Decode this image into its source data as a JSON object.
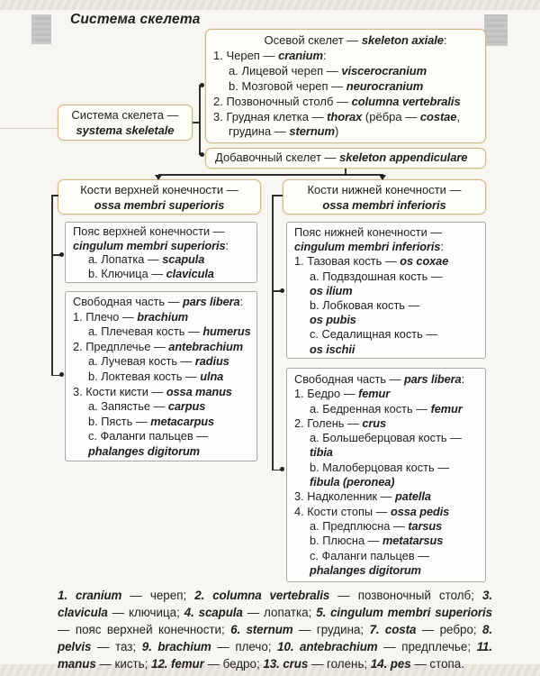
{
  "page": {
    "title": "Система скелета"
  },
  "colors": {
    "box_accent_border": "#d3b787",
    "box_gray_border": "#a8a8a6",
    "connector": "#2e2e2e",
    "page_background": "#f8f6f1",
    "corner_mark": "#c6c6c6",
    "text": "#1e1e1e"
  },
  "boxes": {
    "root": {
      "lines": [
        {
          "seg": [
            {
              "t": "Система скелета —"
            }
          ],
          "a": "c"
        },
        {
          "seg": [
            {
              "t": "systema skeletale",
              "b": 1
            }
          ],
          "a": "c"
        }
      ]
    },
    "axial": {
      "lines": [
        {
          "seg": [
            {
              "t": "Осевой скелет — "
            },
            {
              "t": "skeleton axiale",
              "b": 1
            },
            {
              "t": ":"
            }
          ],
          "a": "c",
          "ml": 22
        },
        {
          "seg": [
            {
              "t": "1. Череп — "
            },
            {
              "t": "cranium",
              "b": 1
            },
            {
              "t": ":"
            }
          ]
        },
        {
          "seg": [
            {
              "t": "a. Лицевой череп — "
            },
            {
              "t": "viscerocranium",
              "b": 1
            }
          ],
          "i": 1
        },
        {
          "seg": [
            {
              "t": "b. Мозговой череп — "
            },
            {
              "t": "neurocranium",
              "b": 1
            }
          ],
          "i": 1
        },
        {
          "seg": [
            {
              "t": "2. Позвоночный столб — "
            },
            {
              "t": "columna vertebralis",
              "b": 1
            }
          ]
        },
        {
          "seg": [
            {
              "t": "3. Грудная клетка — "
            },
            {
              "t": "thorax",
              "b": 1
            },
            {
              "t": " (рёбра — "
            },
            {
              "t": "costae",
              "b": 1
            },
            {
              "t": ","
            }
          ]
        },
        {
          "seg": [
            {
              "t": "грудина — "
            },
            {
              "t": "sternum",
              "b": 1
            },
            {
              "t": ")"
            }
          ],
          "i": 1
        }
      ]
    },
    "appendicular": {
      "lines": [
        {
          "seg": [
            {
              "t": "Добавочный скелет — "
            },
            {
              "t": "skeleton appendiculare",
              "b": 1
            }
          ]
        }
      ]
    },
    "upper": {
      "lines": [
        {
          "seg": [
            {
              "t": "Кости верхней конечности —"
            }
          ],
          "a": "c"
        },
        {
          "seg": [
            {
              "t": "ossa membri superioris",
              "b": 1
            }
          ],
          "a": "c"
        }
      ]
    },
    "upper_girdle": {
      "lines": [
        {
          "seg": [
            {
              "t": "Пояс верхней конечности —"
            }
          ]
        },
        {
          "seg": [
            {
              "t": "cingulum membri superioris",
              "b": 1
            },
            {
              "t": ":"
            }
          ]
        },
        {
          "seg": [
            {
              "t": "a. Лопатка — "
            },
            {
              "t": "scapula",
              "b": 1
            }
          ],
          "i": 1
        },
        {
          "seg": [
            {
              "t": "b. Ключица — "
            },
            {
              "t": "clavicula",
              "b": 1
            }
          ],
          "i": 1
        }
      ]
    },
    "upper_free": {
      "lines": [
        {
          "seg": [
            {
              "t": "Свободная часть — "
            },
            {
              "t": "pars libera",
              "b": 1
            },
            {
              "t": ":"
            }
          ]
        },
        {
          "seg": [
            {
              "t": "1. Плечо — "
            },
            {
              "t": "brachium",
              "b": 1
            }
          ]
        },
        {
          "seg": [
            {
              "t": "a. Плечевая кость — "
            },
            {
              "t": "humerus",
              "b": 1
            }
          ],
          "i": 1
        },
        {
          "seg": [
            {
              "t": "2. Предплечье — "
            },
            {
              "t": "antebrachium",
              "b": 1
            }
          ]
        },
        {
          "seg": [
            {
              "t": "a. Лучевая кость — "
            },
            {
              "t": "radius",
              "b": 1
            }
          ],
          "i": 1
        },
        {
          "seg": [
            {
              "t": "b. Локтевая кость — "
            },
            {
              "t": "ulna",
              "b": 1
            }
          ],
          "i": 1
        },
        {
          "seg": [
            {
              "t": "3. Кости кисти — "
            },
            {
              "t": "ossa manus",
              "b": 1
            }
          ]
        },
        {
          "seg": [
            {
              "t": "a. Запястье — "
            },
            {
              "t": "carpus",
              "b": 1
            }
          ],
          "i": 1
        },
        {
          "seg": [
            {
              "t": "b. Пясть — "
            },
            {
              "t": "metacarpus",
              "b": 1
            }
          ],
          "i": 1
        },
        {
          "seg": [
            {
              "t": "c. Фаланги пальцев —"
            }
          ],
          "i": 1
        },
        {
          "seg": [
            {
              "t": "phalanges digitorum",
              "b": 1
            }
          ],
          "i": 1
        }
      ]
    },
    "lower": {
      "lines": [
        {
          "seg": [
            {
              "t": "Кости нижней конечности —"
            }
          ],
          "a": "c"
        },
        {
          "seg": [
            {
              "t": "ossa membri inferioris",
              "b": 1
            }
          ],
          "a": "c"
        }
      ]
    },
    "lower_girdle": {
      "lines": [
        {
          "seg": [
            {
              "t": "Пояс нижней конечности —"
            }
          ]
        },
        {
          "seg": [
            {
              "t": "cingulum membri inferioris",
              "b": 1
            },
            {
              "t": ":"
            }
          ]
        },
        {
          "seg": [
            {
              "t": "1. Тазовая кость — "
            },
            {
              "t": "os coxae",
              "b": 1
            }
          ]
        },
        {
          "seg": [
            {
              "t": "a. Подвздошная кость —"
            }
          ],
          "i": 1
        },
        {
          "seg": [
            {
              "t": "os ilium",
              "b": 1
            }
          ],
          "i": 1
        },
        {
          "seg": [
            {
              "t": "b. Лобковая кость —"
            }
          ],
          "i": 1
        },
        {
          "seg": [
            {
              "t": "os pubis",
              "b": 1
            }
          ],
          "i": 1
        },
        {
          "seg": [
            {
              "t": "c. Седалищная кость —"
            }
          ],
          "i": 1
        },
        {
          "seg": [
            {
              "t": "os ischii",
              "b": 1
            }
          ],
          "i": 1
        }
      ]
    },
    "lower_free": {
      "lines": [
        {
          "seg": [
            {
              "t": "Свободная часть — "
            },
            {
              "t": "pars libera",
              "b": 1
            },
            {
              "t": ":"
            }
          ]
        },
        {
          "seg": [
            {
              "t": "1. Бедро — "
            },
            {
              "t": "femur",
              "b": 1
            }
          ]
        },
        {
          "seg": [
            {
              "t": "a. Бедренная кость — "
            },
            {
              "t": "femur",
              "b": 1
            }
          ],
          "i": 1
        },
        {
          "seg": [
            {
              "t": "2. Голень — "
            },
            {
              "t": "crus",
              "b": 1
            }
          ]
        },
        {
          "seg": [
            {
              "t": "a. Большеберцовая кость —"
            }
          ],
          "i": 1
        },
        {
          "seg": [
            {
              "t": "tibia",
              "b": 1
            }
          ],
          "i": 1
        },
        {
          "seg": [
            {
              "t": "b. Малоберцовая кость —"
            }
          ],
          "i": 1
        },
        {
          "seg": [
            {
              "t": "fibula (peronea)",
              "b": 1
            }
          ],
          "i": 1
        },
        {
          "seg": [
            {
              "t": "3. Надколенник — "
            },
            {
              "t": "patella",
              "b": 1
            }
          ]
        },
        {
          "seg": [
            {
              "t": "4. Кости стопы — "
            },
            {
              "t": "ossa pedis",
              "b": 1
            }
          ]
        },
        {
          "seg": [
            {
              "t": "a. Предплюсна — "
            },
            {
              "t": "tarsus",
              "b": 1
            }
          ],
          "i": 1
        },
        {
          "seg": [
            {
              "t": "b. Плюсна — "
            },
            {
              "t": "metatarsus",
              "b": 1
            }
          ],
          "i": 1
        },
        {
          "seg": [
            {
              "t": "c. Фаланги пальцев —"
            }
          ],
          "i": 1
        },
        {
          "seg": [
            {
              "t": "phalanges digitorum",
              "b": 1
            }
          ],
          "i": 1
        }
      ]
    }
  },
  "footnote": {
    "lines": [
      {
        "seg": [
          {
            "t": "1. cranium",
            "b": 1
          },
          {
            "t": " — череп; "
          },
          {
            "t": "2. columna vertebralis",
            "b": 1
          },
          {
            "t": " — позвоночный столб; "
          },
          {
            "t": "3. clavicula",
            "b": 1
          },
          {
            "t": " — ключица; "
          },
          {
            "t": "4. scapula",
            "b": 1
          },
          {
            "t": " — лопатка; "
          },
          {
            "t": "5. cingulum membri superioris",
            "b": 1
          },
          {
            "t": " — пояс верхней конечности; "
          },
          {
            "t": "6. sternum",
            "b": 1
          },
          {
            "t": " — грудина; "
          },
          {
            "t": "7. costa",
            "b": 1
          },
          {
            "t": " — ребро; "
          },
          {
            "t": "8. pelvis",
            "b": 1
          },
          {
            "t": " — таз; "
          },
          {
            "t": "9. brachium",
            "b": 1
          },
          {
            "t": " — плечо; "
          },
          {
            "t": "10. antebrachium",
            "b": 1
          },
          {
            "t": " — предплечье; "
          },
          {
            "t": "11. manus",
            "b": 1
          },
          {
            "t": " — кисть; "
          },
          {
            "t": "12. femur",
            "b": 1
          },
          {
            "t": " — бедро; "
          },
          {
            "t": "13. crus",
            "b": 1
          },
          {
            "t": " — голень; "
          },
          {
            "t": "14. pes",
            "b": 1
          },
          {
            "t": " — стопа."
          }
        ]
      }
    ]
  }
}
